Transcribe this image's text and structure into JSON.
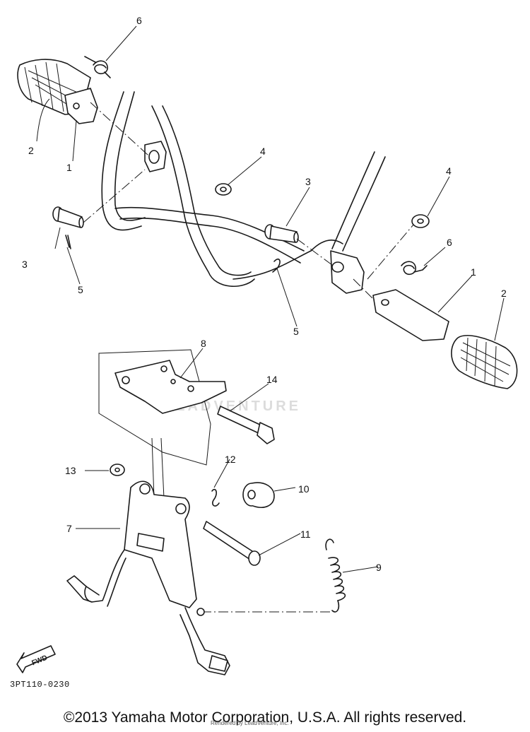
{
  "diagram": {
    "callouts": [
      {
        "id": "c6a",
        "label": "6"
      },
      {
        "id": "c2a",
        "label": "2"
      },
      {
        "id": "c1a",
        "label": "1"
      },
      {
        "id": "c4a",
        "label": "4"
      },
      {
        "id": "c3a",
        "label": "3"
      },
      {
        "id": "c3b",
        "label": "3"
      },
      {
        "id": "c5a",
        "label": "5"
      },
      {
        "id": "c4b",
        "label": "4"
      },
      {
        "id": "c6b",
        "label": "6"
      },
      {
        "id": "c5b",
        "label": "5"
      },
      {
        "id": "c1b",
        "label": "1"
      },
      {
        "id": "c2b",
        "label": "2"
      },
      {
        "id": "c8",
        "label": "8"
      },
      {
        "id": "c14",
        "label": "14"
      },
      {
        "id": "c13",
        "label": "13"
      },
      {
        "id": "c12",
        "label": "12"
      },
      {
        "id": "c10",
        "label": "10"
      },
      {
        "id": "c7",
        "label": "7"
      },
      {
        "id": "c11",
        "label": "11"
      },
      {
        "id": "c9",
        "label": "9"
      }
    ],
    "direction_marker": "FWD",
    "reference_code": "3PT110-0230"
  },
  "footer": {
    "copyright": "©2013 Yamaha Motor Corporation, U.S.A. All rights reserved.",
    "rendered_by": "Rendered by LeadVenture, Inc."
  },
  "watermark": {
    "text": "LEADVENTURE"
  }
}
